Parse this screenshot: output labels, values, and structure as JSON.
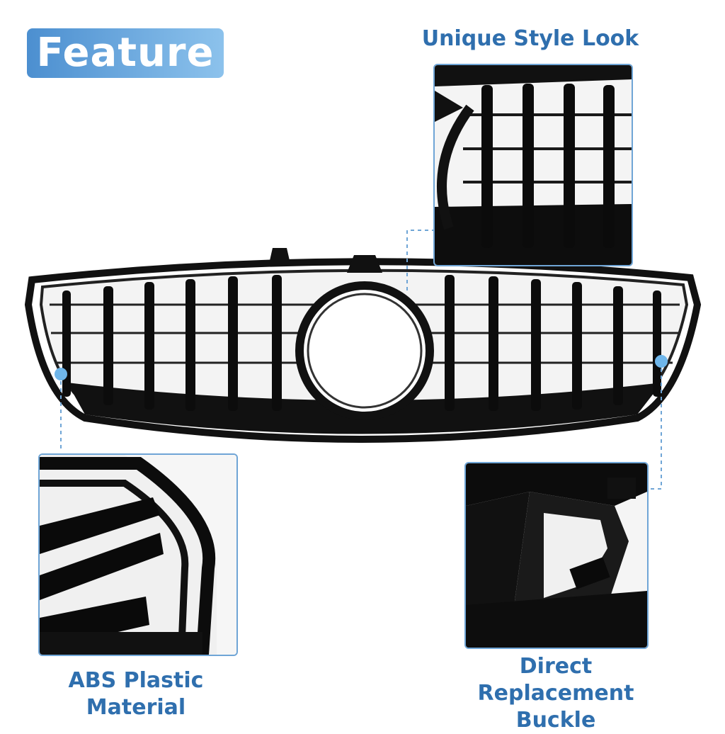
{
  "badge": {
    "text": "Feature"
  },
  "callouts": {
    "top_right": "Unique Style Look",
    "bottom_left": "ABS Plastic Material",
    "bottom_right_line1": "Direct Replacement",
    "bottom_right_line2": "Buckle"
  },
  "colors": {
    "accent": "#2f6fae",
    "badge_start": "#4c8fd0",
    "badge_end": "#8cc2ec",
    "frame": "#6fa5d6",
    "grille": "#0c0c0c"
  }
}
